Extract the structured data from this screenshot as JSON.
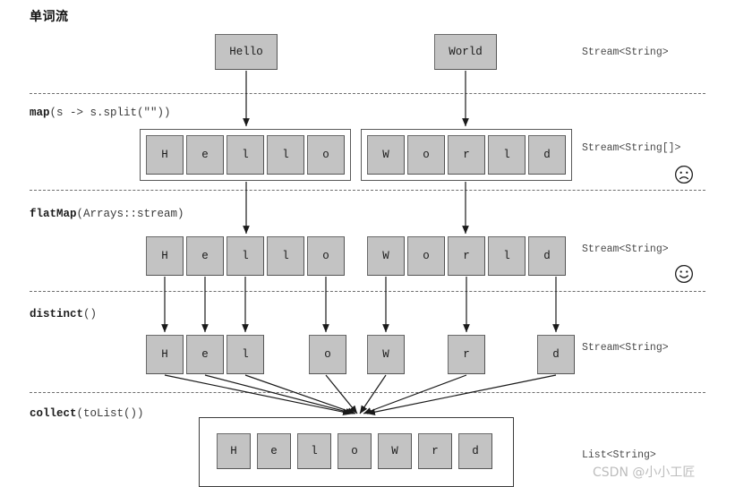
{
  "title": "单词流",
  "watermark": "CSDN @小小工匠",
  "stages": [
    {
      "id": "source",
      "op_bold": "",
      "op_rest": "",
      "type_label": "Stream<String>",
      "items": [
        "Hello",
        "World"
      ]
    },
    {
      "id": "map",
      "op_bold": "map",
      "op_rest": "(s -> s.split(\"\"))",
      "type_label": "Stream<String[]>",
      "face": "sad-face",
      "arrays": [
        [
          "H",
          "e",
          "l",
          "l",
          "o"
        ],
        [
          "W",
          "o",
          "r",
          "l",
          "d"
        ]
      ]
    },
    {
      "id": "flatMap",
      "op_bold": "flatMap",
      "op_rest": "(Arrays::stream)",
      "type_label": "Stream<String>",
      "face": "smiley-face",
      "items": [
        "H",
        "e",
        "l",
        "l",
        "o",
        "W",
        "o",
        "r",
        "l",
        "d"
      ]
    },
    {
      "id": "distinct",
      "op_bold": "distinct",
      "op_rest": "()",
      "type_label": "Stream<String>",
      "items": [
        "H",
        "e",
        "l",
        "o",
        "W",
        "r",
        "d"
      ]
    },
    {
      "id": "collect",
      "op_bold": "collect",
      "op_rest": "(toList())",
      "type_label": "List<String>",
      "items": [
        "H",
        "e",
        "l",
        "o",
        "W",
        "r",
        "d"
      ]
    }
  ],
  "colors": {
    "cell_fill": "#c3c3c3",
    "cell_border": "#6a6a6a",
    "separator": "#6e6e6e",
    "stroke": "#1a1a1a",
    "watermark": "#bdbdbd"
  }
}
